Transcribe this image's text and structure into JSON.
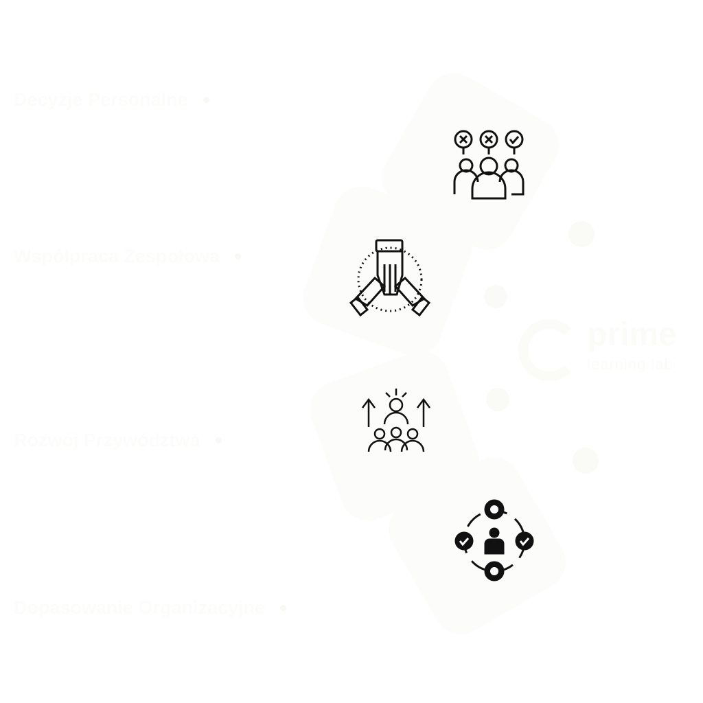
{
  "items": [
    {
      "label": "Decyzje Personalne",
      "icon": "voting-people-icon"
    },
    {
      "label": "Współpraca Zespołowa",
      "icon": "stacked-hands-icon"
    },
    {
      "label": "Rozwój Przywództwa",
      "icon": "leader-growth-icon"
    },
    {
      "label": "Dopasowanie Organizacyjne",
      "icon": "person-gears-icon"
    }
  ],
  "logo": {
    "name": "prime",
    "tagline": "learning lab"
  },
  "colors": {
    "icon": "#111111",
    "background": "#ffffff",
    "faint": "#fcfcfa"
  }
}
